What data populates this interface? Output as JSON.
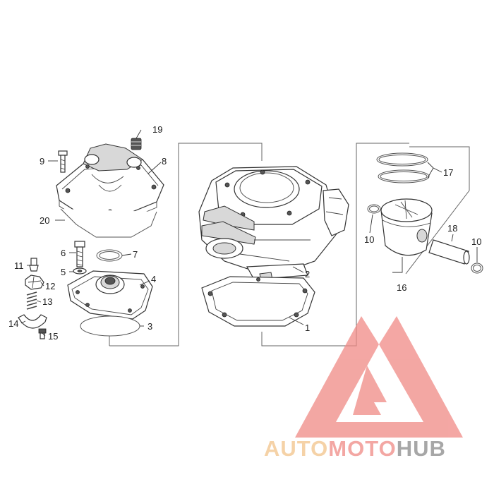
{
  "callouts": {
    "c1": "1",
    "c2": "2",
    "c3": "3",
    "c4": "4",
    "c5": "5",
    "c6": "6",
    "c7": "7",
    "c8": "8",
    "c9": "9",
    "c10a": "10",
    "c10b": "10",
    "c11": "11",
    "c12": "12",
    "c13": "13",
    "c14": "14",
    "c15": "15",
    "c16": "16",
    "c17": "17",
    "c18": "18",
    "c19": "19",
    "c20": "20"
  },
  "watermark": {
    "part1": "AUTO",
    "part2": "MOTO",
    "part3": "HUB",
    "color1": "#f2c48a",
    "color2": "#f08a85",
    "color3": "#8a8a8a"
  }
}
